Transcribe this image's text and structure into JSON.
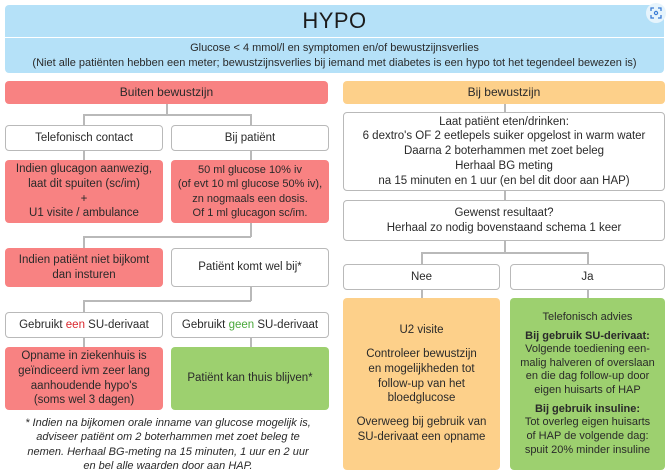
{
  "header": {
    "title": "HYPO",
    "subtitle_line1": "Glucose < 4 mmol/l en symptomen en/of bewustzijnsverlies",
    "subtitle_line2": "(Niet alle patiënten hebben een meter; bewustzijnsverlies bij iemand met diabetes is een hypo tot het tegendeel bewezen is)",
    "corner_icon": "visual-search-icon"
  },
  "colors": {
    "header_blue": "#b5e1f8",
    "red": "#f88282",
    "orange": "#fdd08a",
    "green": "#9dd06f",
    "border_gray": "#b9b9b9",
    "word_red": "#d9262b",
    "word_green": "#4aa83b"
  },
  "left": {
    "heading": "Buiten bewustzijn",
    "telefonisch": {
      "label": "Telefonisch contact",
      "action_lines": [
        "Indien glucagon aanwezig,",
        "laat dit spuiten (sc/im)",
        "+",
        "U1 visite / ambulance"
      ]
    },
    "bij_patient": {
      "label": "Bij patiënt",
      "action_lines": [
        "50 ml glucose 10% iv",
        "(of evt 10 ml glucose 50% iv),",
        "zn nogmaals een dosis.",
        "Of 1 ml glucagon sc/im."
      ]
    },
    "niet_bijkomt_lines": [
      "Indien patiënt niet bijkomt",
      "dan insturen"
    ],
    "komt_wel_bij": "Patiënt komt wel bij*",
    "su_een": {
      "prefix": "Gebruikt ",
      "keyword": "een",
      "suffix": " SU-derivaat"
    },
    "su_geen": {
      "prefix": "Gebruikt ",
      "keyword": "geen",
      "suffix": " SU-derivaat"
    },
    "opname_lines": [
      "Opname in ziekenhuis is",
      "geïndiceerd ivm zeer lang",
      "aanhoudende hypo's",
      "(soms wel 3 dagen)"
    ],
    "thuis": "Patiënt kan thuis blijven*",
    "footnote_lines": [
      "* Indien na bijkomen orale inname van glucose mogelijk is,",
      "adviseer patiënt om 2 boterhammen met zoet beleg te",
      "nemen. Herhaal BG-meting na 15 minuten, 1 uur en 2 uur",
      "en bel alle waarden door aan HAP."
    ]
  },
  "right": {
    "heading": "Bij bewustzijn",
    "instructions_lines": [
      "Laat patiënt eten/drinken:",
      "6 dextro's OF 2 eetlepels suiker opgelost in warm water",
      "Daarna 2 boterhammen met zoet beleg",
      "Herhaal BG meting",
      "na 15 minuten en 1 uur (en bel dit door aan HAP)"
    ],
    "result_lines": [
      "Gewenst resultaat?",
      "Herhaal zo nodig bovenstaand schema 1 keer"
    ],
    "nee": "Nee",
    "ja": "Ja",
    "nee_box": {
      "title": "U2 visite",
      "para1_lines": [
        "Controleer bewustzijn",
        "en mogelijkheden tot",
        "follow-up van het",
        "bloedglucose"
      ],
      "para2_lines": [
        "Overweeg bij gebruik van",
        "SU-derivaat een opname"
      ]
    },
    "ja_box": {
      "title": "Telefonisch advies",
      "su_heading": "Bij gebruik SU-derivaat:",
      "su_lines": [
        "Volgende toediening een-",
        "malig halveren of overslaan",
        "en die dag follow-up door",
        "eigen huisarts of HAP"
      ],
      "insuline_heading": "Bij gebruik insuline:",
      "insuline_lines": [
        "Tot overleg eigen huisarts",
        "of HAP de volgende dag:",
        "spuit 20% minder insuline"
      ]
    }
  }
}
